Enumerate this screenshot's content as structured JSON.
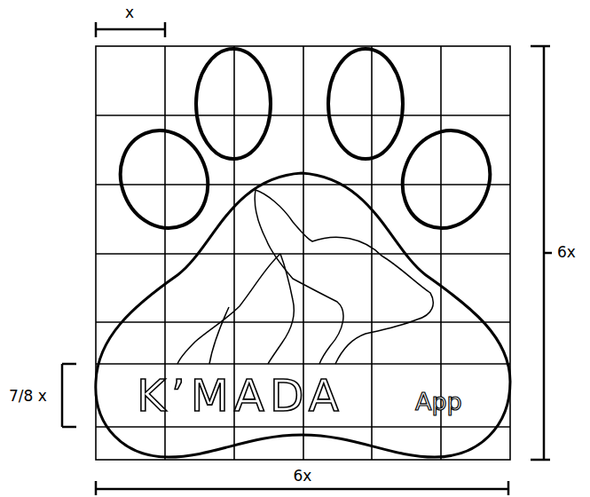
{
  "diagram": {
    "nodes": [
      {
        "text": [
          "K’MADA",
          "App"
        ]
      }
    ],
    "labels": [
      "x",
      "6x",
      "7/8 x",
      "6x"
    ]
  }
}
